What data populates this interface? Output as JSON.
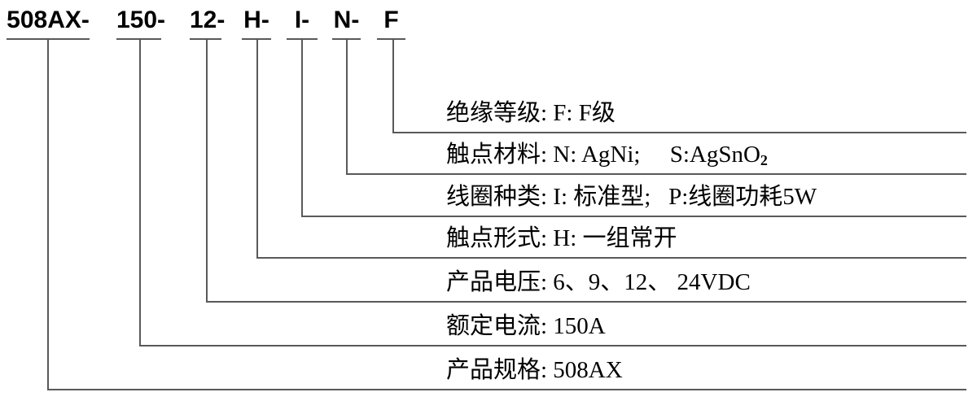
{
  "diagram": {
    "part_number_segments": [
      "508AX-",
      "150-",
      "12-",
      "H-",
      "I-",
      "N-",
      "F"
    ],
    "rows": [
      {
        "text": "绝缘等级: F: F级"
      },
      {
        "text": "触点材料: N: AgNi;     S:AgSnO",
        "text_sub": "2"
      },
      {
        "text": "线圈种类: I: 标准型;   P:线圈功耗5W"
      },
      {
        "text": "触点形式: H: 一组常开"
      },
      {
        "text": "产品电压: 6、9、12、 24VDC"
      },
      {
        "text": "额定电流: 150A"
      },
      {
        "text": "产品规格: 508AX"
      }
    ],
    "colors": {
      "line": "#595959",
      "text": "#000000"
    }
  }
}
